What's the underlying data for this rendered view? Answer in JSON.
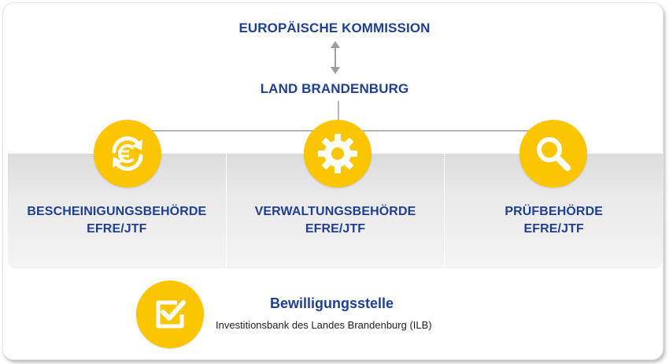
{
  "top_nodes": {
    "commission": "EUROPÄISCHE KOMMISSION",
    "state": "LAND BRANDENBURG"
  },
  "authorities": [
    {
      "line1": "BESCHEINIGUNGSBEHÖRDE",
      "line2": "EFRE/JTF",
      "icon": "euro-exchange-icon"
    },
    {
      "line1": "VERWALTUNGSBEHÖRDE",
      "line2": "EFRE/JTF",
      "icon": "gear-icon"
    },
    {
      "line1": "PRÜFBEHÖRDE",
      "line2": "EFRE/JTF",
      "icon": "magnifier-icon"
    }
  ],
  "granting_office": {
    "title": "Bewilligungsstelle",
    "subtitle": "Investitionsbank des Landes Brandenburg (ILB)",
    "icon": "checkbox-check-icon"
  },
  "colors": {
    "brand_blue": "#1f3f93",
    "accent_yellow": "#fbc600",
    "connector_gray": "#b5b5b5",
    "panel_gray": "#e9e9e9"
  }
}
